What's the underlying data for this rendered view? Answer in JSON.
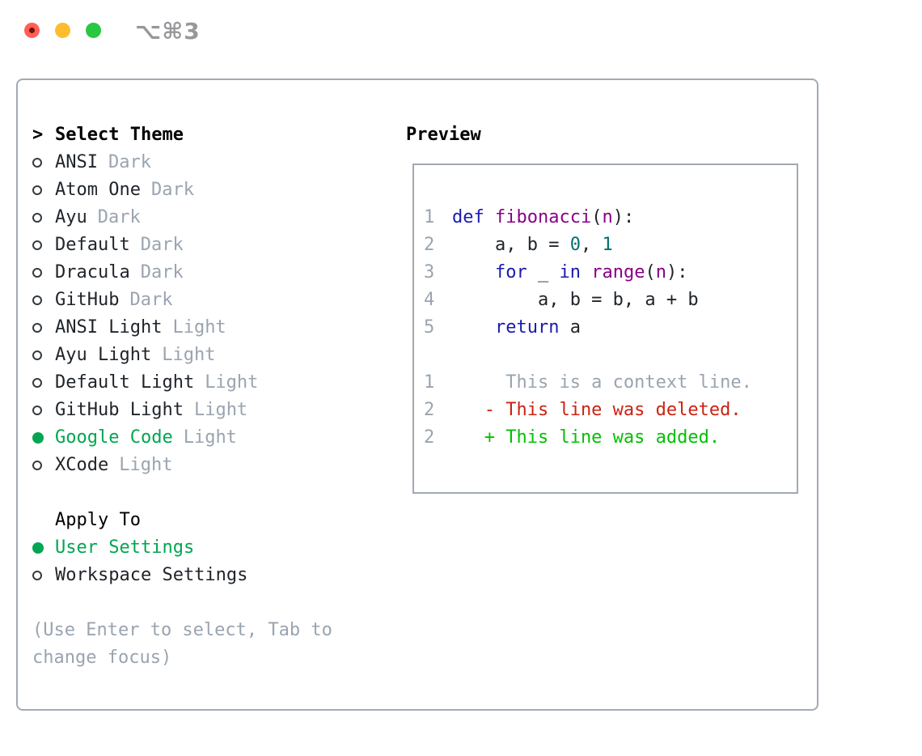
{
  "window": {
    "shortcut_label": "⌥⌘3"
  },
  "panel": {
    "select_theme": {
      "header_marker": ">",
      "header_label": "Select Theme",
      "themes": [
        {
          "name": "ANSI",
          "variant": "Dark",
          "selected": false
        },
        {
          "name": "Atom One",
          "variant": "Dark",
          "selected": false
        },
        {
          "name": "Ayu",
          "variant": "Dark",
          "selected": false
        },
        {
          "name": "Default",
          "variant": "Dark",
          "selected": false
        },
        {
          "name": "Dracula",
          "variant": "Dark",
          "selected": false
        },
        {
          "name": "GitHub",
          "variant": "Dark",
          "selected": false
        },
        {
          "name": "ANSI Light",
          "variant": "Light",
          "selected": false
        },
        {
          "name": "Ayu Light",
          "variant": "Light",
          "selected": false
        },
        {
          "name": "Default Light",
          "variant": "Light",
          "selected": false
        },
        {
          "name": "GitHub Light",
          "variant": "Light",
          "selected": false
        },
        {
          "name": "Google Code",
          "variant": "Light",
          "selected": true
        },
        {
          "name": "XCode",
          "variant": "Light",
          "selected": false
        }
      ]
    },
    "apply_to": {
      "header_label": "Apply To",
      "options": [
        {
          "name": "User Settings",
          "selected": true
        },
        {
          "name": "Workspace Settings",
          "selected": false
        }
      ]
    },
    "hint_lines": [
      "(Use Enter to select, Tab to",
      "change focus)"
    ],
    "preview": {
      "header_label": "Preview",
      "code_lines": [
        {
          "num": "1",
          "tokens": [
            {
              "t": "def",
              "c": "kw"
            },
            {
              "t": " ",
              "c": "pl"
            },
            {
              "t": "fibonacci",
              "c": "fn"
            },
            {
              "t": "(",
              "c": "pl"
            },
            {
              "t": "n",
              "c": "fn"
            },
            {
              "t": "):",
              "c": "pl"
            }
          ]
        },
        {
          "num": "2",
          "tokens": [
            {
              "t": "    a, b = ",
              "c": "pl"
            },
            {
              "t": "0",
              "c": "num"
            },
            {
              "t": ", ",
              "c": "pl"
            },
            {
              "t": "1",
              "c": "num"
            }
          ]
        },
        {
          "num": "3",
          "tokens": [
            {
              "t": "    ",
              "c": "pl"
            },
            {
              "t": "for",
              "c": "kw"
            },
            {
              "t": " _ ",
              "c": "pl"
            },
            {
              "t": "in",
              "c": "kw"
            },
            {
              "t": " ",
              "c": "pl"
            },
            {
              "t": "range",
              "c": "fn"
            },
            {
              "t": "(",
              "c": "pl"
            },
            {
              "t": "n",
              "c": "fn"
            },
            {
              "t": "):",
              "c": "pl"
            }
          ]
        },
        {
          "num": "4",
          "tokens": [
            {
              "t": "        a, b = b, a + b",
              "c": "pl"
            }
          ]
        },
        {
          "num": "5",
          "tokens": [
            {
              "t": "    ",
              "c": "pl"
            },
            {
              "t": "return",
              "c": "kw"
            },
            {
              "t": " a",
              "c": "pl"
            }
          ]
        },
        {
          "num": "",
          "tokens": []
        },
        {
          "num": "1",
          "tokens": [
            {
              "t": "     This is a context line.",
              "c": "ctx"
            }
          ]
        },
        {
          "num": "2",
          "tokens": [
            {
              "t": "   - This line was deleted.",
              "c": "del"
            }
          ]
        },
        {
          "num": "2",
          "tokens": [
            {
              "t": "   + This line was added.",
              "c": "add"
            }
          ]
        }
      ]
    }
  },
  "colors": {
    "accent_green": "#00a651",
    "text_dark": "#1f242a",
    "muted_gray": "#9aa4b0",
    "border_gray": "#a2aab4",
    "keyword_blue": "#1a1aae",
    "function_purple": "#880088",
    "literal_teal": "#007070",
    "diff_red": "#cc2211",
    "diff_green": "#00c200",
    "traffic_red": "#ff5f57",
    "traffic_yellow": "#febc2e",
    "traffic_green": "#28c840"
  }
}
